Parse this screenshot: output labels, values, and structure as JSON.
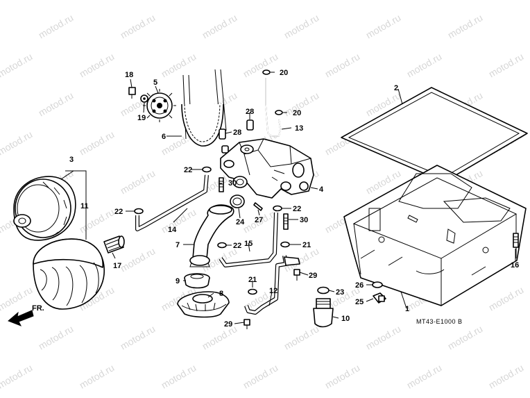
{
  "watermark": "motod.ru",
  "diagram_code": "MT43-E1000 B",
  "direction_label": "FR.",
  "callouts": {
    "c1": "1",
    "c2": "2",
    "c3": "3",
    "c4": "4",
    "c5": "5",
    "c6": "6",
    "c7": "7",
    "c8": "8",
    "c9": "9",
    "c10": "10",
    "c11": "11",
    "c12": "12",
    "c13": "13",
    "c14": "14",
    "c15": "15",
    "c16": "16",
    "c17": "17",
    "c18": "18",
    "c19": "19",
    "c20": "20",
    "c21": "21",
    "c22": "22",
    "c23": "23",
    "c24": "24",
    "c25": "25",
    "c26": "26",
    "c27": "27",
    "c28": "28",
    "c29": "29",
    "c30": "30"
  }
}
